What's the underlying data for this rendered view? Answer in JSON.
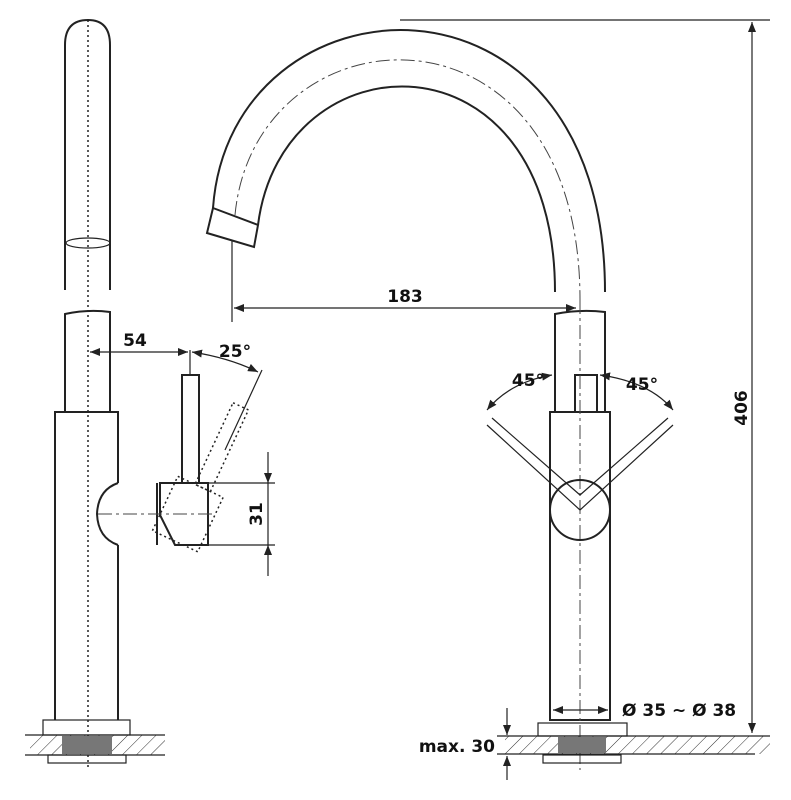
{
  "dimensions": {
    "spout_reach": "183",
    "lever_offset": "54",
    "lever_angle_side": "25°",
    "lever_height": "31",
    "lever_angle_left": "45°",
    "lever_angle_right": "45°",
    "total_height": "406",
    "hole_diameter": "Ø 35 ~ Ø 38",
    "counter_thickness": "max. 30"
  }
}
